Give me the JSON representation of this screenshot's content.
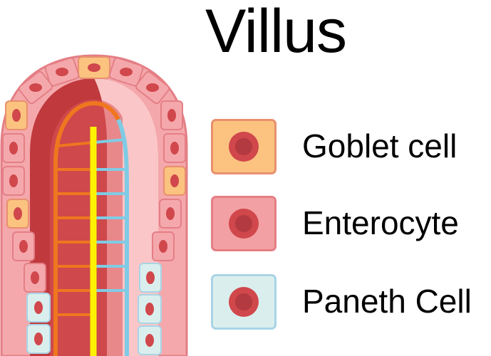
{
  "title": "Villus",
  "legend": [
    {
      "label": "Goblet cell",
      "fill": "#fbc37f",
      "border": "#e98f6e"
    },
    {
      "label": "Enterocyte",
      "fill": "#f2a0a3",
      "border": "#e47f85"
    },
    {
      "label": "Paneth Cell",
      "fill": "#daefed",
      "border": "#a9d4e6"
    }
  ],
  "colors": {
    "epithelium": "#f4a8ac",
    "epithelium_border": "#e47f85",
    "nucleus": "#d0474c",
    "core": "#c0393d",
    "core_light": "#fbc6c8",
    "capillary": "#f0761f",
    "lacteal": "#fff200",
    "vein": "#7fcbe4"
  }
}
